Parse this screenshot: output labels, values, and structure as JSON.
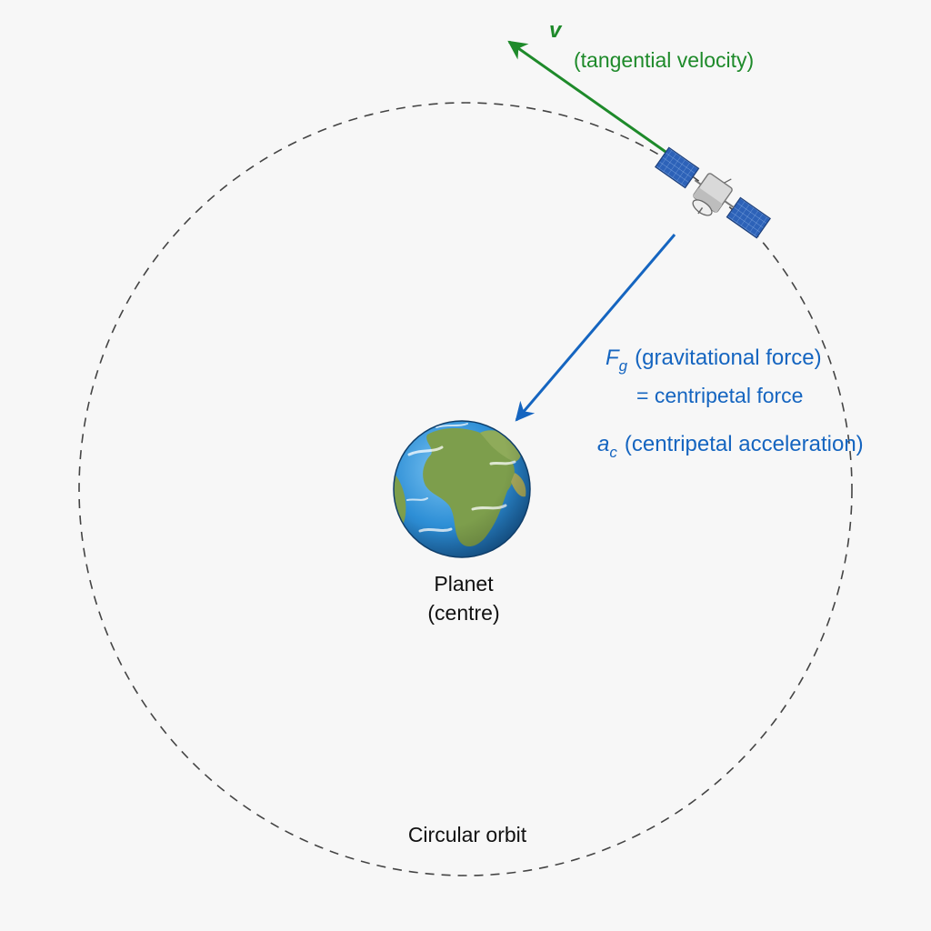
{
  "colors": {
    "background": "#f7f7f7",
    "velocity": "#1e8a2a",
    "force": "#1565c0",
    "orbit": "#444444",
    "text": "#111111",
    "ocean": "#2e8fd6",
    "land": "#7d9e4c",
    "panel": "#2d62b8"
  },
  "velocity": {
    "symbol": "v",
    "description": "(tangential velocity)"
  },
  "force": {
    "symbol": "F",
    "symbol_sub": "g",
    "description": "(gravitational force)",
    "equals_line": "= centripetal force"
  },
  "acceleration": {
    "symbol": "a",
    "symbol_sub": "c",
    "description": "(centripetal acceleration)"
  },
  "planet": {
    "line1": "Planet",
    "line2": "(centre)"
  },
  "orbit": {
    "label": "Circular orbit"
  },
  "icons": {
    "satellite": "satellite-icon",
    "planet": "earth-globe-icon"
  }
}
